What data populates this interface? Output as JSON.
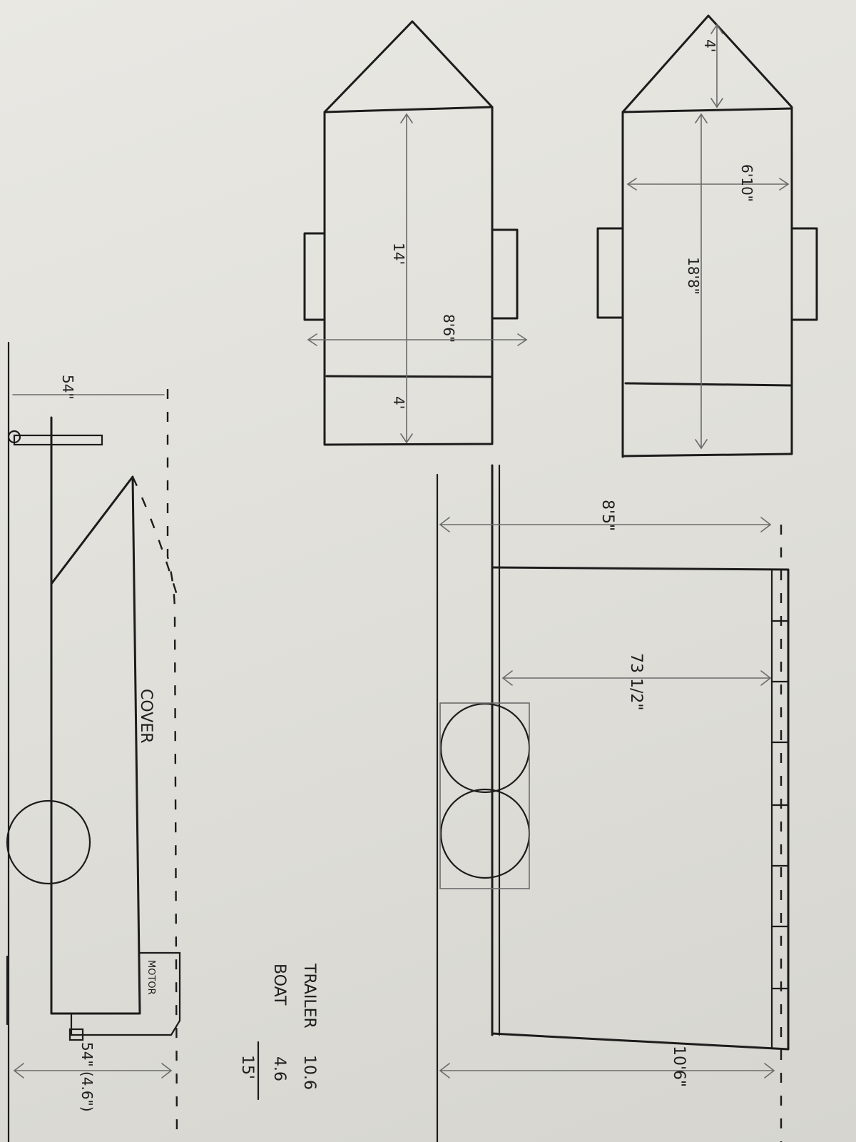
{
  "labels": {
    "boat_top_length": "14'",
    "boat_top_bow": "4'",
    "boat_top_width": "8'6\"",
    "trailer_top_length": "18'8\"",
    "trailer_top_width": "6'10\"",
    "trailer_top_tongue": "4'",
    "side_height_top": "8'5\"",
    "side_height_mid": "73 1/2\"",
    "side_height_bottom": "10'6\"",
    "left_top_dim": "54\"",
    "left_bottom_dim": "54\" (4.6\")",
    "cover": "COVER",
    "motor": "MOTOR"
  },
  "totals": {
    "rows": [
      {
        "name": "TRAILER",
        "value": "10.6"
      },
      {
        "name": "BOAT",
        "value": "4.6"
      }
    ],
    "result": "15'"
  }
}
